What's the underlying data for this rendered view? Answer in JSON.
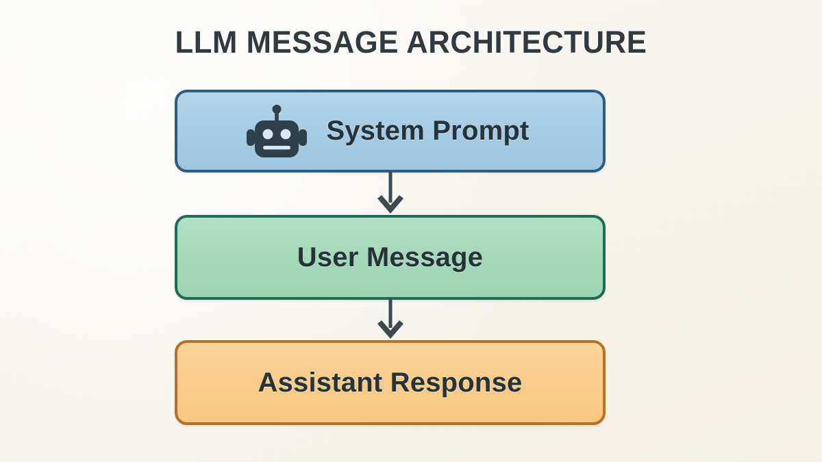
{
  "page": {
    "title": "LLM MESSAGE ARCHITECTURE",
    "background_color": "#faf8f2",
    "title_color": "#2f3b41"
  },
  "diagram": {
    "type": "flowchart",
    "orientation": "vertical",
    "nodes": [
      {
        "id": "system-prompt",
        "label": "System Prompt",
        "icon": "robot-icon",
        "fill_color": "#a6cbe3",
        "border_color": "#2d5c7c",
        "text_color": "#26343a",
        "order": 1
      },
      {
        "id": "user-message",
        "label": "User Message",
        "icon": null,
        "fill_color": "#a3d8b8",
        "border_color": "#1f6b57",
        "text_color": "#26343a",
        "order": 2
      },
      {
        "id": "assistant-response",
        "label": "Assistant Response",
        "icon": null,
        "fill_color": "#f9cb8b",
        "border_color": "#b5702a",
        "text_color": "#26343a",
        "order": 3
      }
    ],
    "connectors": [
      {
        "id": "connector-system-to-user",
        "from": "system-prompt",
        "to": "user-message",
        "style": "arrow-down",
        "color": "#3d4a52"
      },
      {
        "id": "connector-user-to-assistant",
        "from": "user-message",
        "to": "assistant-response",
        "style": "arrow-down",
        "color": "#3d4a52"
      }
    ]
  }
}
